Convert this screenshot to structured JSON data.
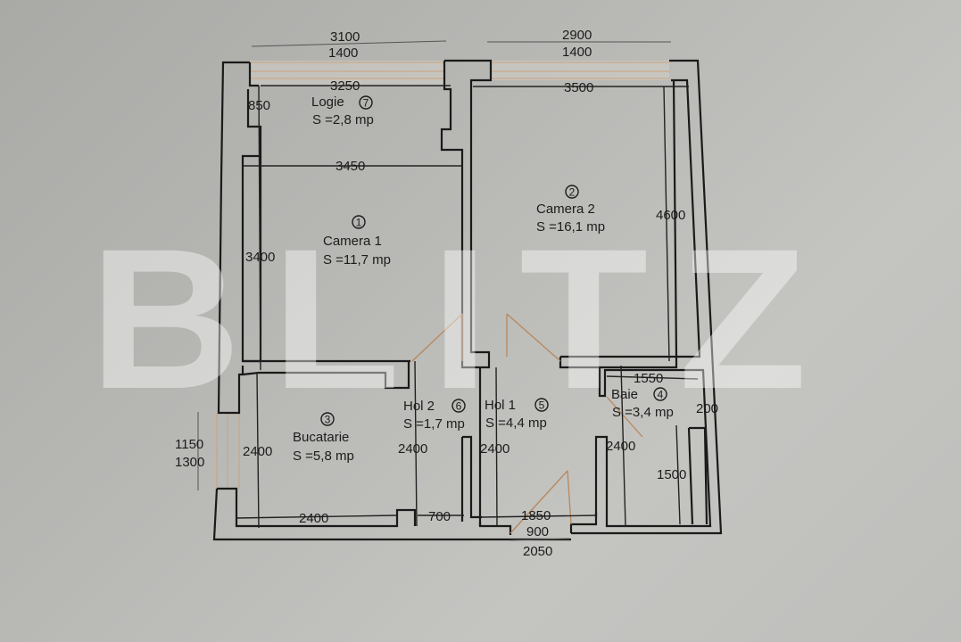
{
  "watermark": "BLITZ",
  "colors": {
    "background": "#b6b6b3",
    "walls": "#1a1a1a",
    "window_lines": "#c9a98a",
    "door_swings": "#b8875a",
    "watermark": "rgba(255,255,255,0.42)"
  },
  "rooms": [
    {
      "number": "1",
      "name": "Camera 1",
      "area": "S =11,7 mp"
    },
    {
      "number": "2",
      "name": "Camera 2",
      "area": "S =16,1 mp"
    },
    {
      "number": "3",
      "name": "Bucatarie",
      "area": "S =5,8 mp"
    },
    {
      "number": "4",
      "name": "Baie",
      "area": "S =3,4 mp"
    },
    {
      "number": "5",
      "name": "Hol 1",
      "area": "S =4,4 mp"
    },
    {
      "number": "6",
      "name": "Hol 2",
      "area": "S =1,7 mp"
    },
    {
      "number": "7",
      "name": "Logie",
      "area": "S =2,8 mp"
    }
  ],
  "dimensions": {
    "top_left_outer": "3100",
    "top_left_window": "1400",
    "logie_width": "3250",
    "logie_depth": "850",
    "camera1_width": "3450",
    "camera1_depth": "3400",
    "top_right_outer": "2900",
    "top_right_window": "1400",
    "camera2_width": "3500",
    "camera2_depth": "4600",
    "kitchen_window_1": "1150",
    "kitchen_window_2": "1300",
    "kitchen_depth": "2400",
    "kitchen_width": "2400",
    "hol2_depth": "2400",
    "hol2_width": "700",
    "hol1_depth": "2400",
    "hol1_width": "1850",
    "entry_door": "900",
    "entry_total": "2050",
    "baie_width": "1550",
    "baie_depth": "2400",
    "baie_shaft": "200",
    "baie_inner": "1500"
  }
}
